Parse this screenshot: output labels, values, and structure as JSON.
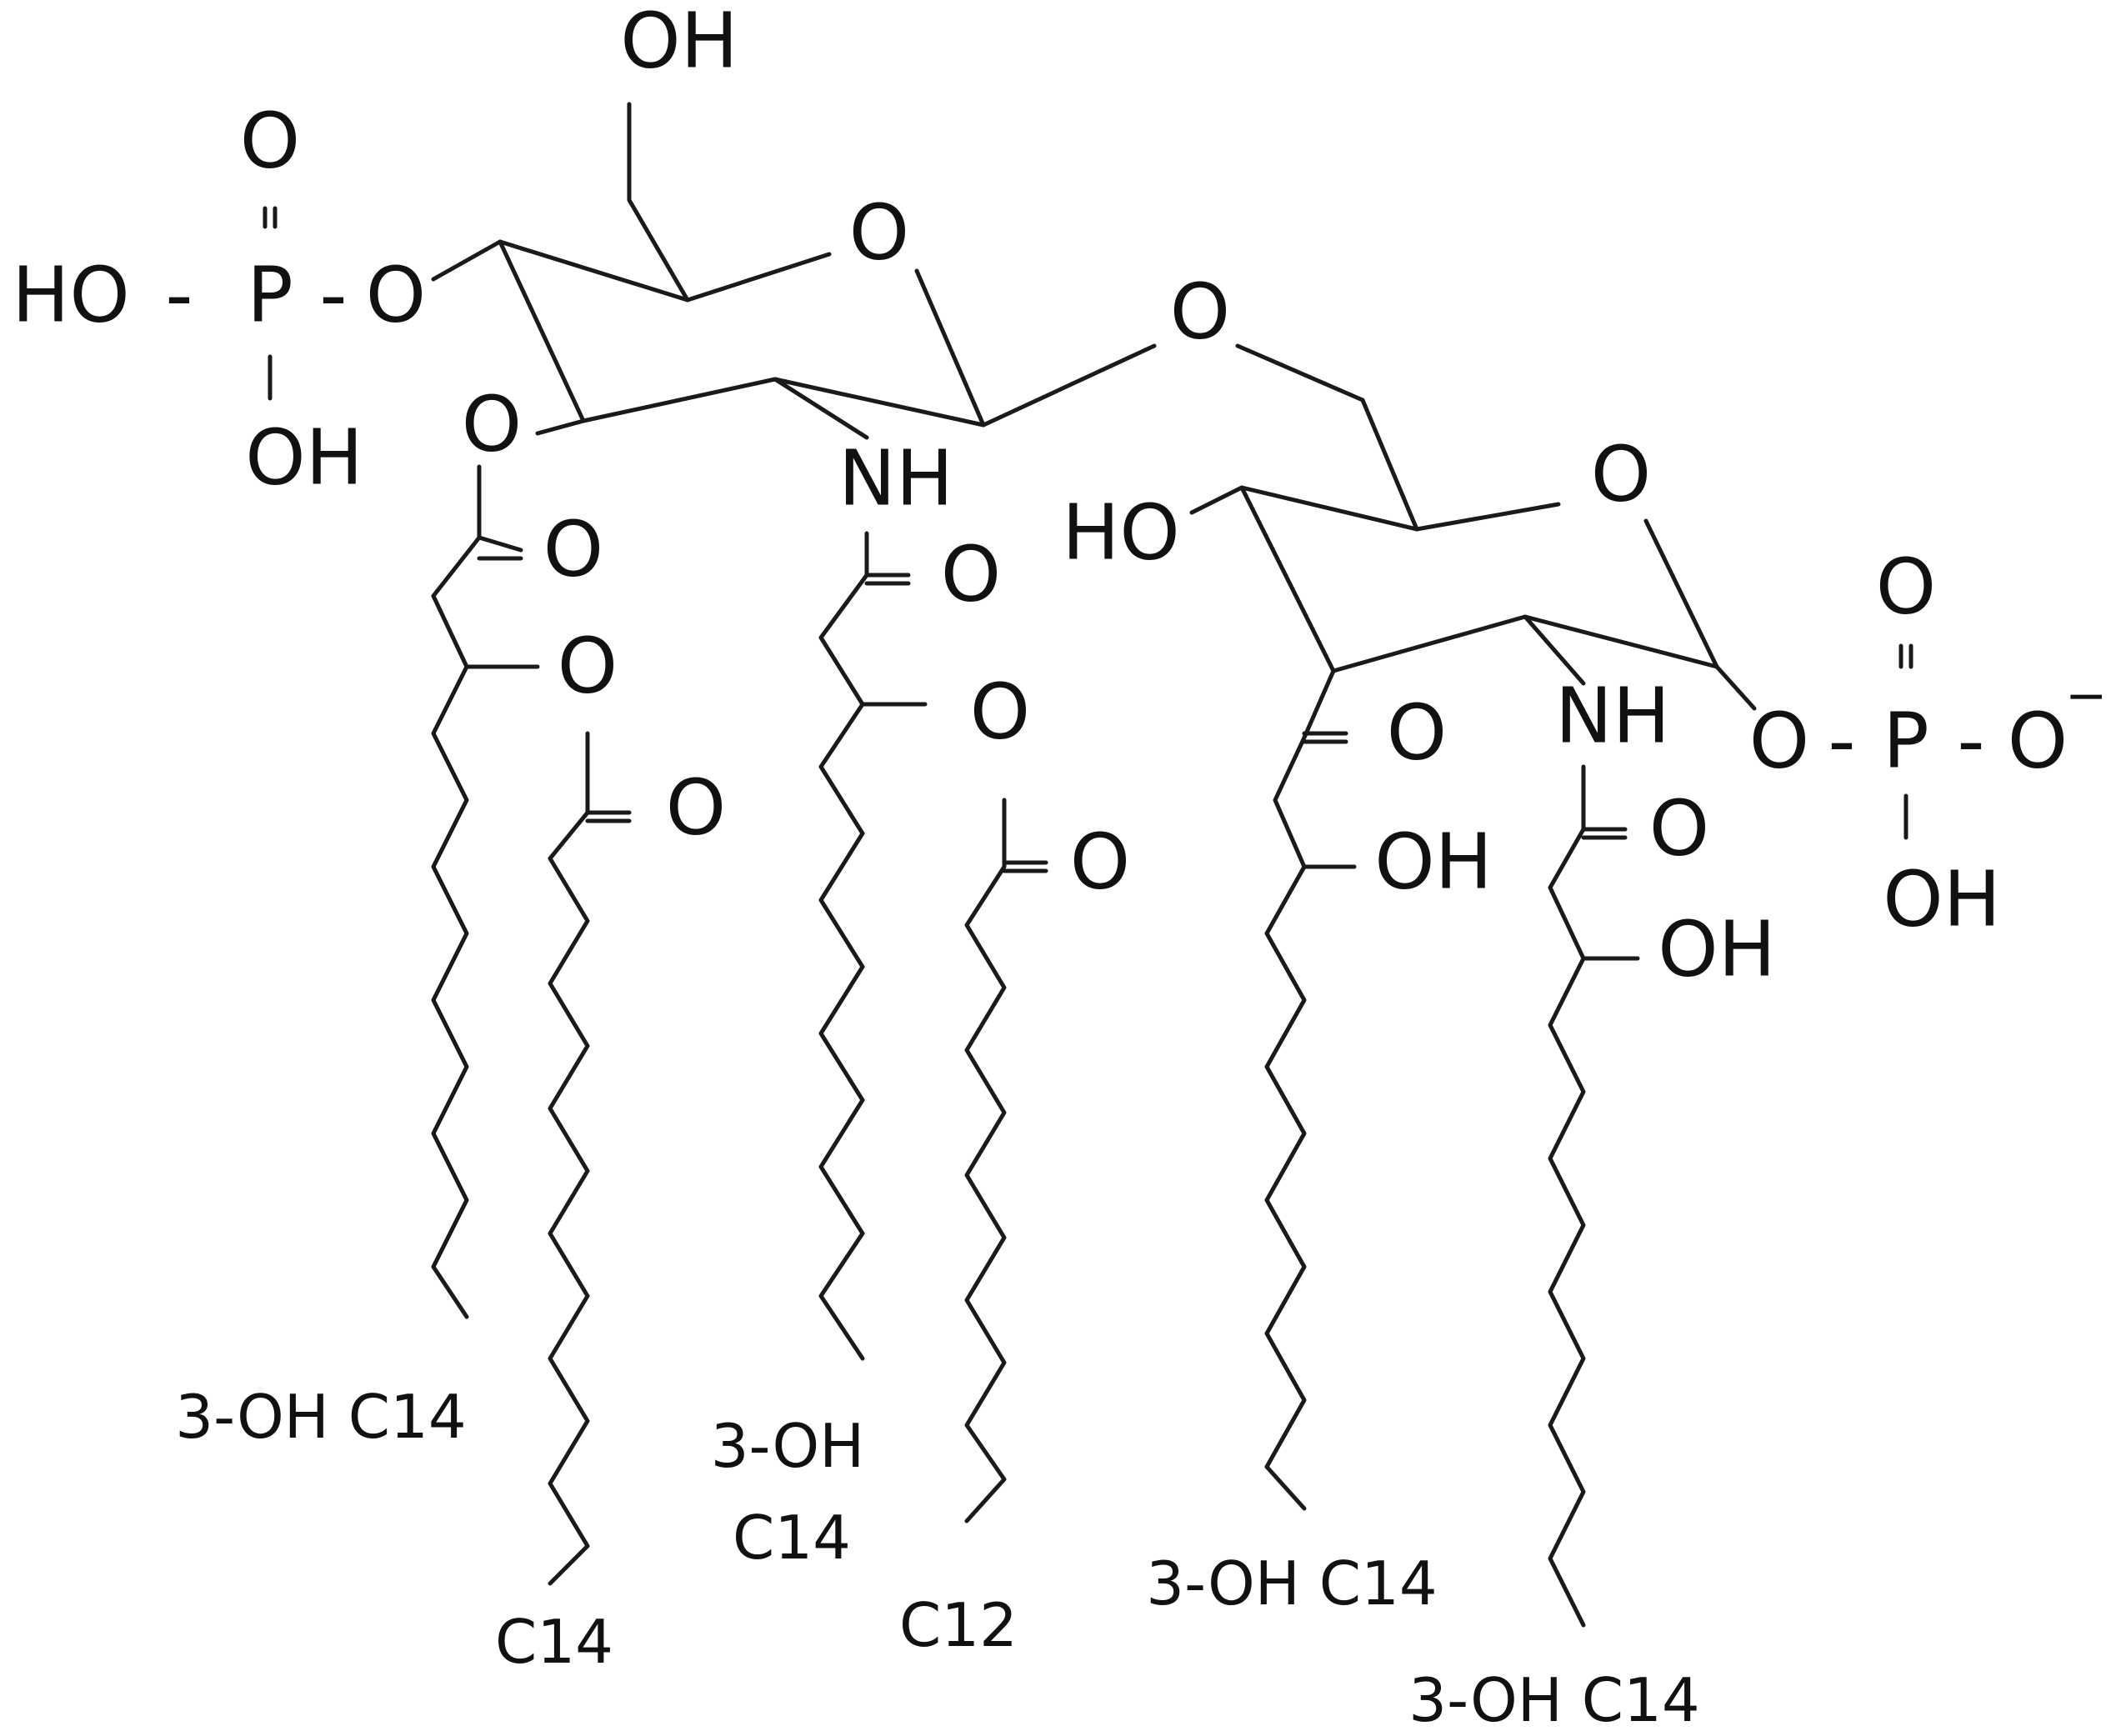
{
  "atoms": {
    "top_oh": "OH",
    "p1_o_top": "O",
    "p1_ho": "HO",
    "p1_dash1": "-",
    "p1_p": "P",
    "p1_dash2": "-",
    "p1_o": "O",
    "p1_oh": "OH",
    "ring1_o": "O",
    "bridge_o": "O",
    "ring1_o3": "O",
    "ring1_nh": "NH",
    "ring2_ho": "HO",
    "ring2_o": "O",
    "ring2_nh": "NH",
    "p2_o_top": "O",
    "p2_o": "O",
    "p2_dash1": "-",
    "p2_p": "P",
    "p2_dash2": "-",
    "p2_o_minus": "O",
    "p2_charge": "−",
    "p2_oh": "OH",
    "c1_o": "O",
    "c1_ester_o": "O",
    "c2_o": "O",
    "c3_o": "O",
    "c3_ester_o": "O",
    "c4_o": "O",
    "c5_o": "O",
    "c5_oh": "OH",
    "c6_o": "O",
    "c6_oh": "OH"
  },
  "chain_labels": {
    "chain1": "3-OH C14",
    "chain2": "C14",
    "chain3_line1": "3-OH",
    "chain3_line2": "C14",
    "chain4": "C12",
    "chain5": "3-OH C14",
    "chain6": "3-OH C14"
  }
}
